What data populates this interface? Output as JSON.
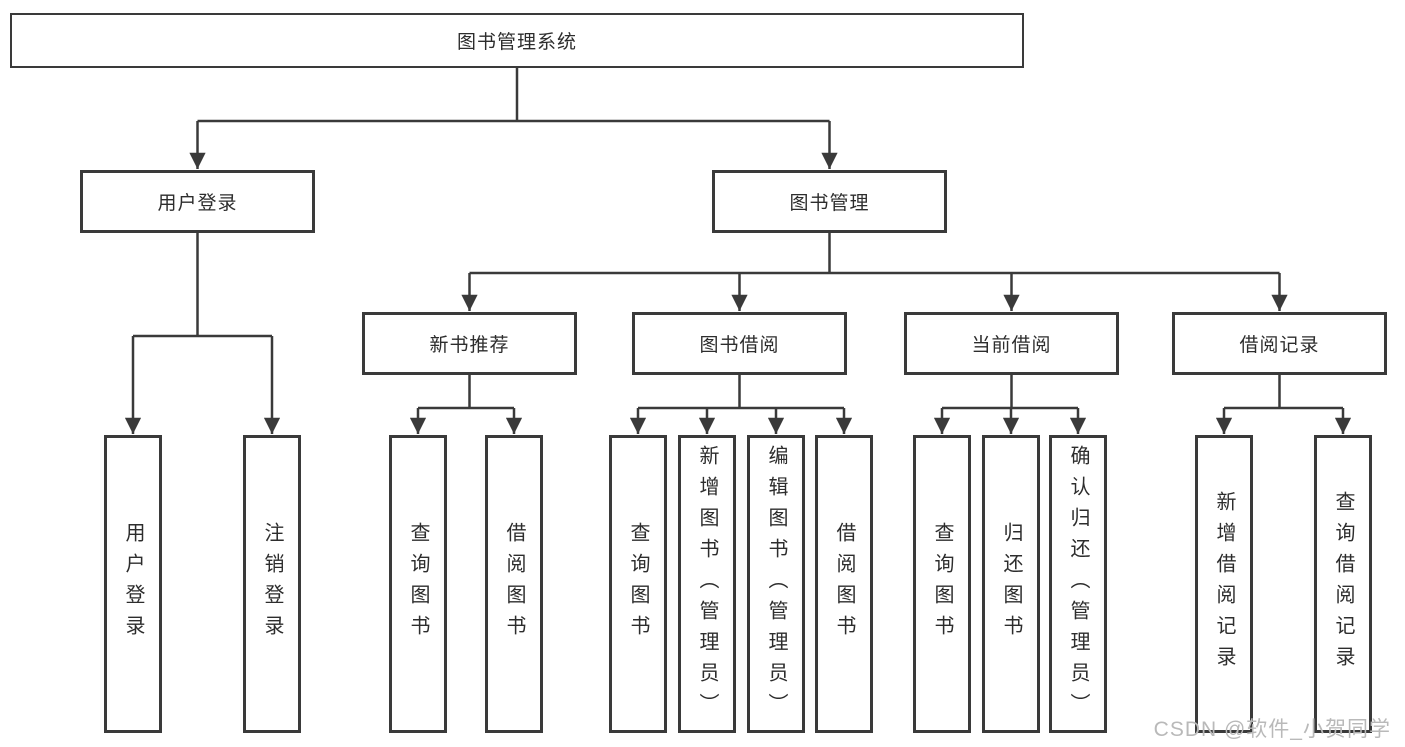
{
  "diagram": {
    "title_node": {
      "label": "图书管理系统"
    },
    "level2": [
      {
        "label": "用户登录"
      },
      {
        "label": "图书管理"
      }
    ],
    "level3": [
      {
        "label": "新书推荐"
      },
      {
        "label": "图书借阅"
      },
      {
        "label": "当前借阅"
      },
      {
        "label": "借阅记录"
      }
    ],
    "leaves": [
      {
        "label": "用户登录"
      },
      {
        "label": "注销登录"
      },
      {
        "label": "查询图书"
      },
      {
        "label": "借阅图书"
      },
      {
        "label": "查询图书"
      },
      {
        "label": "新增图书（管理员）"
      },
      {
        "label": "编辑图书（管理员）"
      },
      {
        "label": "借阅图书"
      },
      {
        "label": "查询图书"
      },
      {
        "label": "归还图书"
      },
      {
        "label": "确认归还（管理员）"
      },
      {
        "label": "新增借阅记录"
      },
      {
        "label": "查询借阅记录"
      }
    ],
    "watermark": "CSDN @软件_小贺同学",
    "colors": {
      "line": "#3a3a3a",
      "text": "#2d2d2d",
      "watermark": "#b9b9b9",
      "background": "#ffffff"
    }
  }
}
